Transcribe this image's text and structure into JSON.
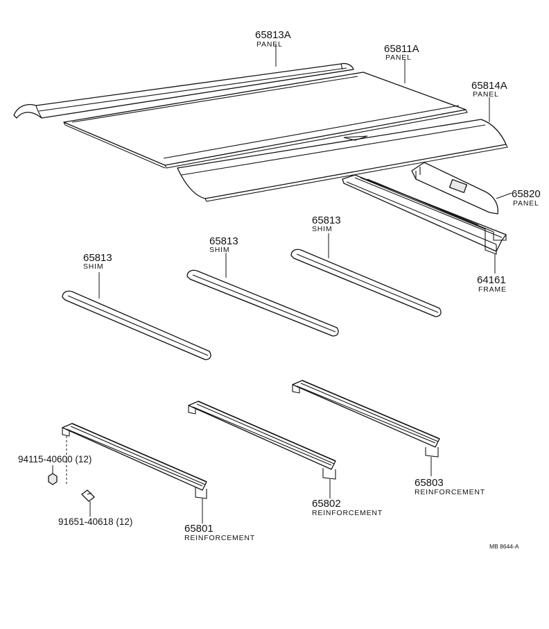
{
  "callouts": {
    "panel_65813a": {
      "number": "65813A",
      "name": "PANEL"
    },
    "panel_65811a": {
      "number": "65811A",
      "name": "PANEL"
    },
    "panel_65814a": {
      "number": "65814A",
      "name": "PANEL"
    },
    "panel_65820": {
      "number": "65820",
      "name": "PANEL"
    },
    "frame_64161": {
      "number": "64161",
      "name": "FRAME"
    },
    "shim_left": {
      "number": "65813",
      "name": "SHIM"
    },
    "shim_middle": {
      "number": "65813",
      "name": "SHIM"
    },
    "shim_right": {
      "number": "65813",
      "name": "SHIM"
    },
    "reinforcement_65801": {
      "number": "65801",
      "name": "REINFORCEMENT"
    },
    "reinforcement_65802": {
      "number": "65802",
      "name": "REINFORCEMENT"
    },
    "reinforcement_65803": {
      "number": "65803",
      "name": "REINFORCEMENT"
    },
    "nut_94115": {
      "number": "94115-40600 (12)"
    },
    "bolt_91651": {
      "number": "91651-40618 (12)"
    }
  },
  "drawing_code": "MB 8644-A"
}
